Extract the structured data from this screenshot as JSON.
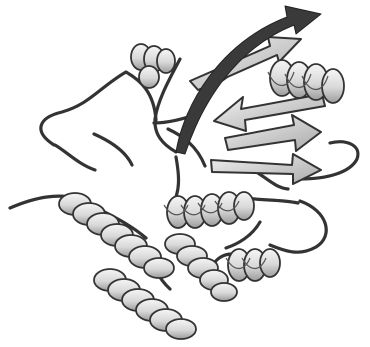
{
  "figure": {
    "subject": "protein-ribbon-structure",
    "style": "grayscale-line-art",
    "colors": {
      "background": "#ffffff",
      "outline": "#333333",
      "ribbon_fill": "#e8e8e8",
      "shade": "#a8a8a8",
      "arrow_dark": "#3a3a3a"
    },
    "elements": {
      "helices": 7,
      "beta_strands": 4,
      "highlighted_arrow": "dark-curved-arrow"
    }
  }
}
